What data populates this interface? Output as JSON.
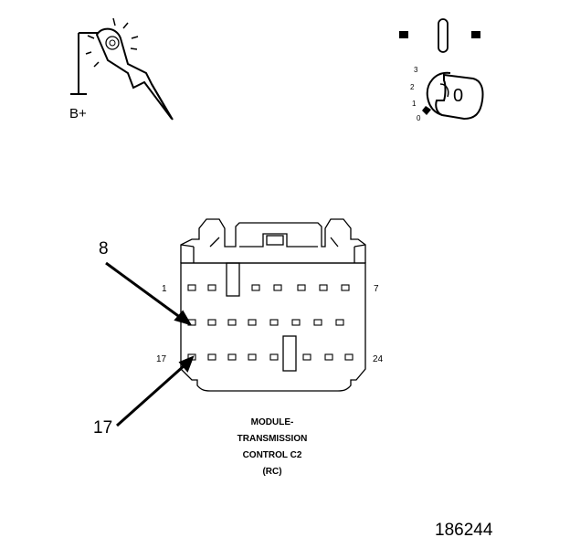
{
  "battery": {
    "label": "B+"
  },
  "ignition_switch": {
    "positions": [
      "3",
      "2",
      "1",
      "0"
    ],
    "key_label": "0"
  },
  "connector": {
    "pin_labels": {
      "top_left": "1",
      "top_right": "7",
      "bottom_left": "17",
      "bottom_right": "24"
    },
    "callouts": [
      "8",
      "17"
    ],
    "caption": [
      "MODULE-",
      "TRANSMISSION",
      "CONTROL C2",
      "(RC)"
    ]
  },
  "figure_number": "186244"
}
